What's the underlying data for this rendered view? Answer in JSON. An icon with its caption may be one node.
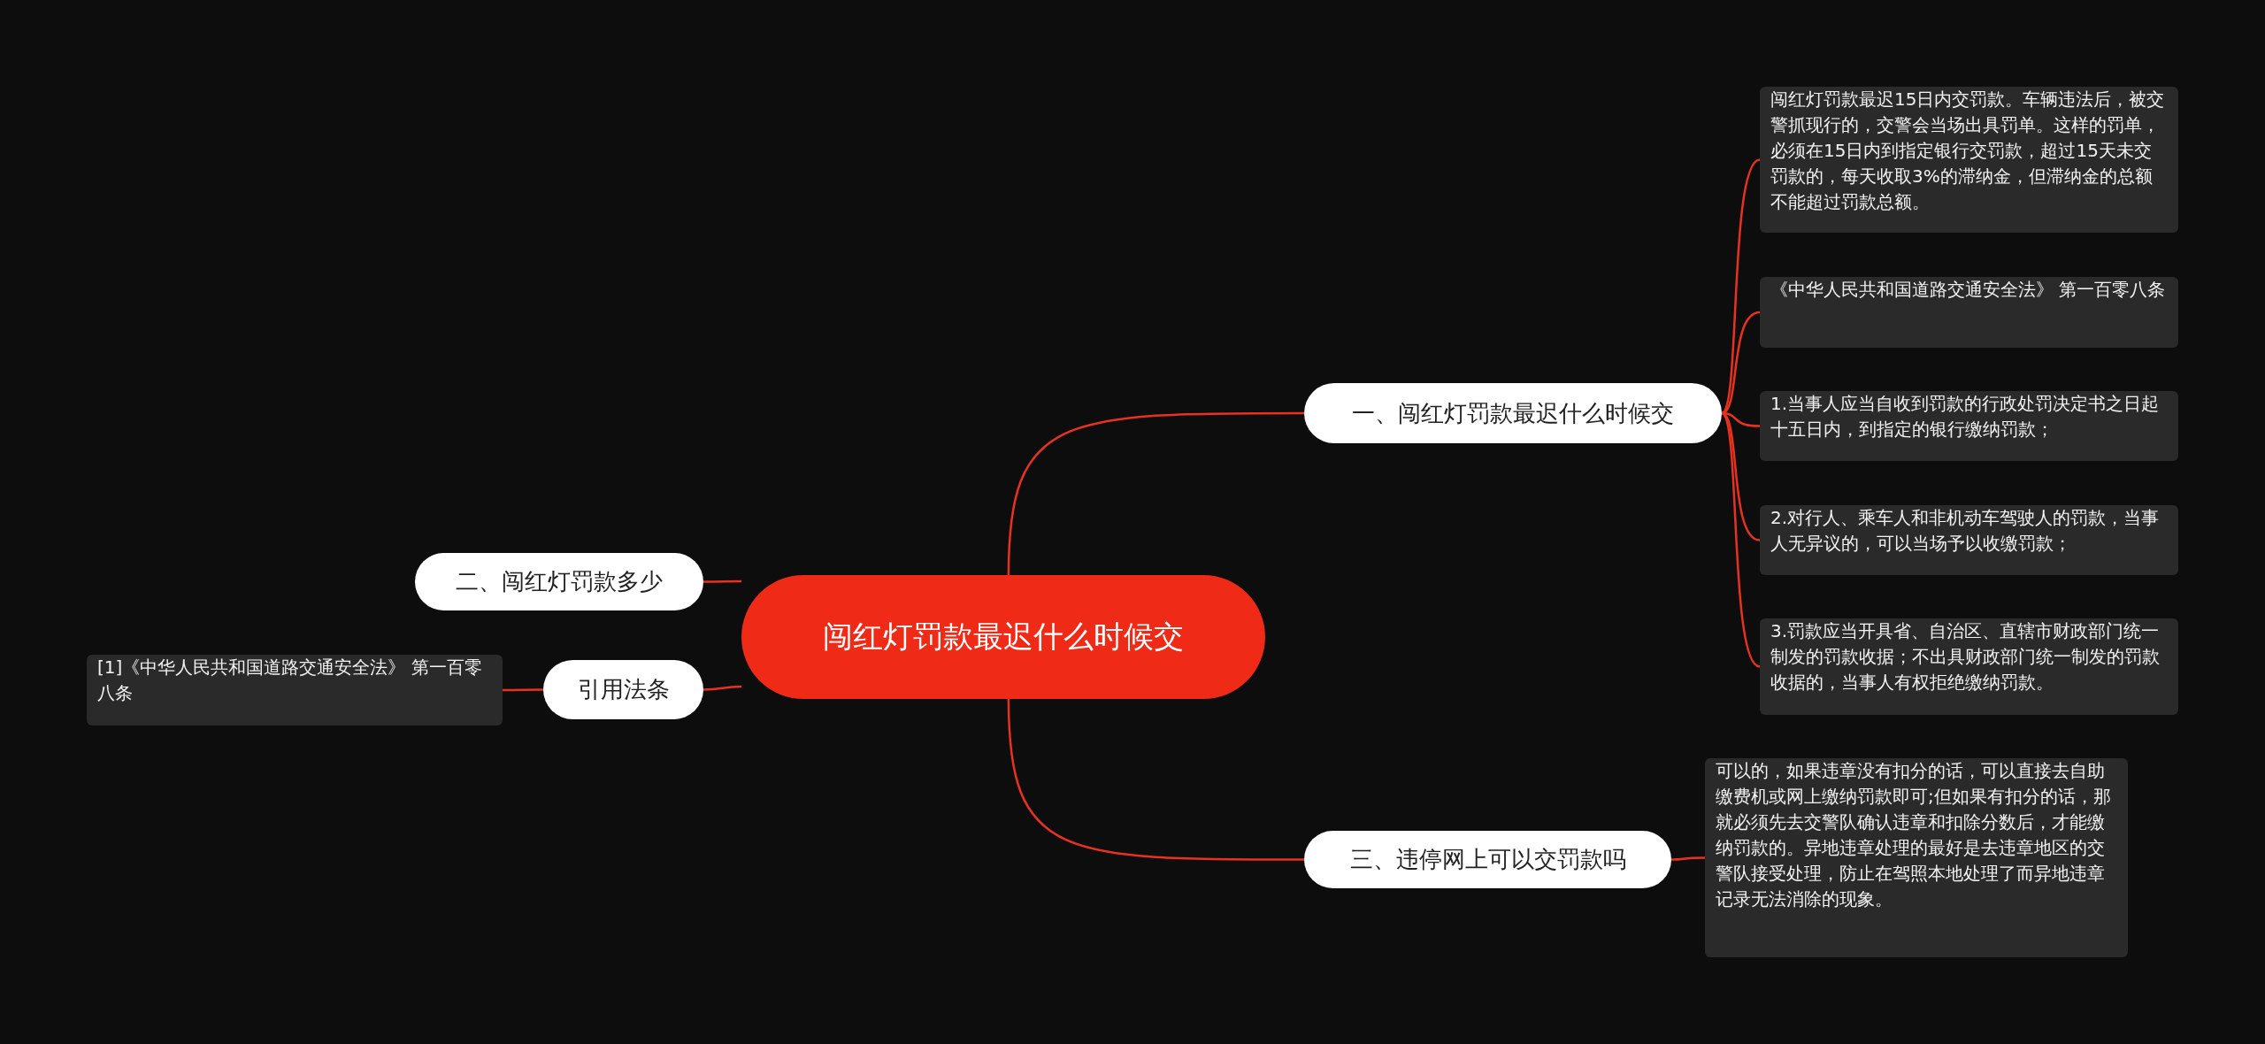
{
  "diagram": {
    "nodes": [
      {
        "text": [
          "闯红灯罚款最迟什么时候交"
        ]
      },
      {
        "text": [
          "一、闯红灯罚款最迟什么时候交"
        ]
      },
      {
        "text": [
          "闯红灯罚款最迟15日内交罚款。车辆违法后，被交警抓现行的，交警会当场出具罚单。这样的罚单，必须在15日内到指定银行交罚款，超过15天未交罚款的，每天收取3%的滞纳金，但滞纳金的总额不能超过罚款总额。"
        ]
      },
      {
        "text": [
          "《中华人民共和国道路交通安全法》 第一百零八条"
        ]
      },
      {
        "text": [
          "1.当事人应当自收到罚款的行政处罚决定书之日起十五日内，到指定的银行缴纳罚款；"
        ]
      },
      {
        "text": [
          "2.对行人、乘车人和非机动车驾驶人的罚款，当事人无异议的，可以当场予以收缴罚款；"
        ]
      },
      {
        "text": [
          "3.罚款应当开具省、自治区、直辖市财政部门统一制发的罚款收据；不出具财政部门统一制发的罚款收据的，当事人有权拒绝缴纳罚款。"
        ]
      },
      {
        "text": [
          "三、违停网上可以交罚款吗"
        ]
      },
      {
        "text": [
          "可以的，如果违章没有扣分的话，可以直接去自助缴费机或网上缴纳罚款即可;但如果有扣分的话，那就必须先去交警队确认违章和扣除分数后，才能缴纳罚款的。异地违章处理的最好是去违章地区的交警队接受处理，防止在驾照本地处理了而异地违章记录无法消除的现象。"
        ]
      },
      {
        "text": [
          "二、闯红灯罚款多少"
        ]
      },
      {
        "text": [
          "引用法条"
        ]
      },
      {
        "text": [
          "[1]《中华人民共和国道路交通安全法》 第一百零八条"
        ]
      }
    ],
    "edges": [
      {
        "from": 0,
        "to": 1,
        "arrow": "none"
      },
      {
        "from": 1,
        "to": 2,
        "arrow": "none"
      },
      {
        "from": 1,
        "to": 3,
        "arrow": "none"
      },
      {
        "from": 1,
        "to": 4,
        "arrow": "none"
      },
      {
        "from": 1,
        "to": 5,
        "arrow": "none"
      },
      {
        "from": 1,
        "to": 6,
        "arrow": "none"
      },
      {
        "from": 0,
        "to": 7,
        "arrow": "none"
      },
      {
        "from": 7,
        "to": 8,
        "arrow": "none"
      },
      {
        "from": 0,
        "to": 9,
        "arrow": "none"
      },
      {
        "from": 0,
        "to": 10,
        "arrow": "none"
      },
      {
        "from": 10,
        "to": 11,
        "arrow": "none"
      }
    ]
  }
}
